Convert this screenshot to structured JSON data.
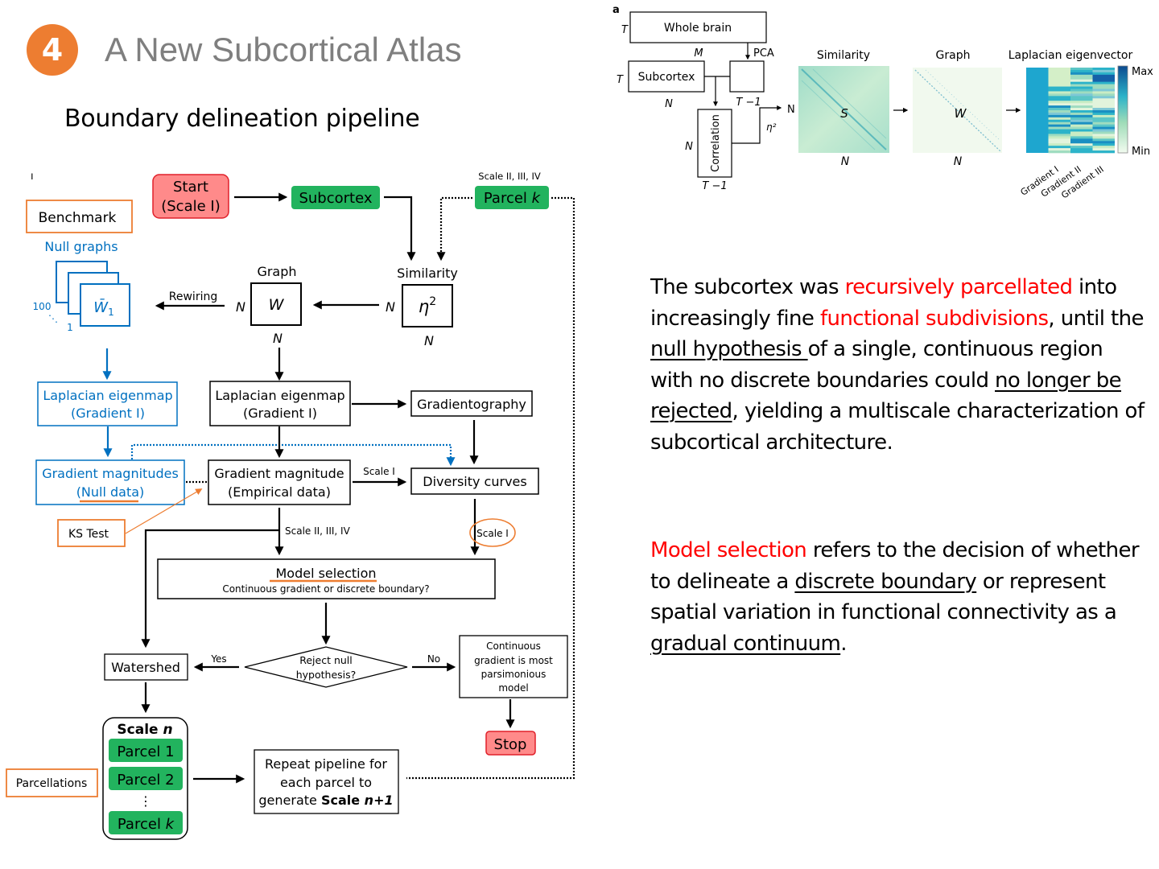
{
  "header": {
    "badge_number": "4",
    "title": "A New Subcortical Atlas",
    "section_title": "Boundary delineation pipeline",
    "badge_color": "#ED7D31"
  },
  "colors": {
    "start_stop_fill": "#FF8A8A",
    "start_stop_border": "#E0202A",
    "parcel_fill": "#22B35E",
    "null_blue": "#0070C0",
    "annotation_orange": "#ED7D31",
    "highlight_red": "#FF0000"
  },
  "pipeline": {
    "start": [
      "Start",
      "(Scale I)"
    ],
    "subcortex": "Subcortex",
    "parcel_k_label": "Scale II, III, IV",
    "parcel_k": "Parcel",
    "parcel_k_var": "k",
    "similarity_label": "Similarity",
    "similarity_symbol": "η",
    "similarity_sup": "2",
    "graph_label": "Graph",
    "graph_symbol": "W",
    "dim_n": "N",
    "rewiring": "Rewiring",
    "benchmark": "Benchmark",
    "null_graphs": "Null graphs",
    "null_symbol": "W̄",
    "null_sub": "1",
    "null_count_max": "100",
    "null_count_min": "1",
    "null_ellipsis": "⋱",
    "laplacian_null": [
      "Laplacian eigenmap",
      "(Gradient I)"
    ],
    "laplacian_emp": [
      "Laplacian eigenmap",
      "(Gradient I)"
    ],
    "gradientography": "Gradientography",
    "gradmag_null": [
      "Gradient magnitudes",
      "(Null data)"
    ],
    "gradmag_emp": [
      "Gradient magnitude",
      "(Empirical data)"
    ],
    "scale_i_label": "Scale I",
    "diversity_curves": "Diversity curves",
    "ks_test": "KS Test",
    "scale_ii_iv_label": "Scale II, III, IV",
    "scale_i_circled": "Scale I",
    "model_selection_title": "Model selection",
    "model_selection_sub": "Continuous gradient or discrete boundary?",
    "decision": [
      "Reject null",
      "hypothesis?"
    ],
    "yes": "Yes",
    "no": "No",
    "watershed": "Watershed",
    "continuous": [
      "Continuous",
      "gradient is most",
      "parsimonious",
      "model"
    ],
    "stop": "Stop",
    "scale_n_prefix": "Scale ",
    "scale_n_var": "n",
    "parcels": [
      "Parcel 1",
      "Parcel 2"
    ],
    "parcel_last_prefix": "Parcel ",
    "parcel_last_var": "k",
    "vertical_ellipsis": "⋮",
    "parcellations": "Parcellations",
    "repeat": [
      "Repeat pipeline for",
      "each parcel to",
      "generate "
    ],
    "repeat_bold": "Scale ",
    "repeat_bold_var": "n+1",
    "stray_mark": "ı"
  },
  "figure": {
    "panel_label": "a",
    "whole_brain": "Whole brain",
    "subcortex": "Subcortex",
    "correlation": "Correlation",
    "pca": "PCA",
    "dim_t": "T",
    "dim_m": "M",
    "dim_n": "N",
    "dim_t_minus_1": "T −1",
    "eta_sq": "η²",
    "similarity_title": "Similarity",
    "similarity_symbol": "S",
    "graph_title": "Graph",
    "graph_symbol": "W",
    "laplacian_title": "Laplacian eigenvector",
    "colorbar_max": "Max",
    "colorbar_min": "Min",
    "gradient_labels": [
      "Gradient I",
      "Gradient II",
      "Gradient III"
    ]
  },
  "text": {
    "para1": {
      "t1": "The subcortex was ",
      "r1": "recursively parcellated",
      "t2": " into increasingly fine ",
      "r2": "functional subdivisions",
      "t3": ", until the ",
      "u1": "null hypothesis ",
      "t4": "of a single, continuous region with no discrete boundaries could ",
      "u2": "no longer be rejected",
      "t5": ", yielding a multiscale characterization of subcortical architecture."
    },
    "para2": {
      "r1": "Model selection",
      "t1": " refers to the decision of whether to delineate a ",
      "u1": "discrete boundary",
      "t2": " or represent spatial variation in functional connectivity as a ",
      "u2": "gradual continuum",
      "t3": "."
    }
  }
}
